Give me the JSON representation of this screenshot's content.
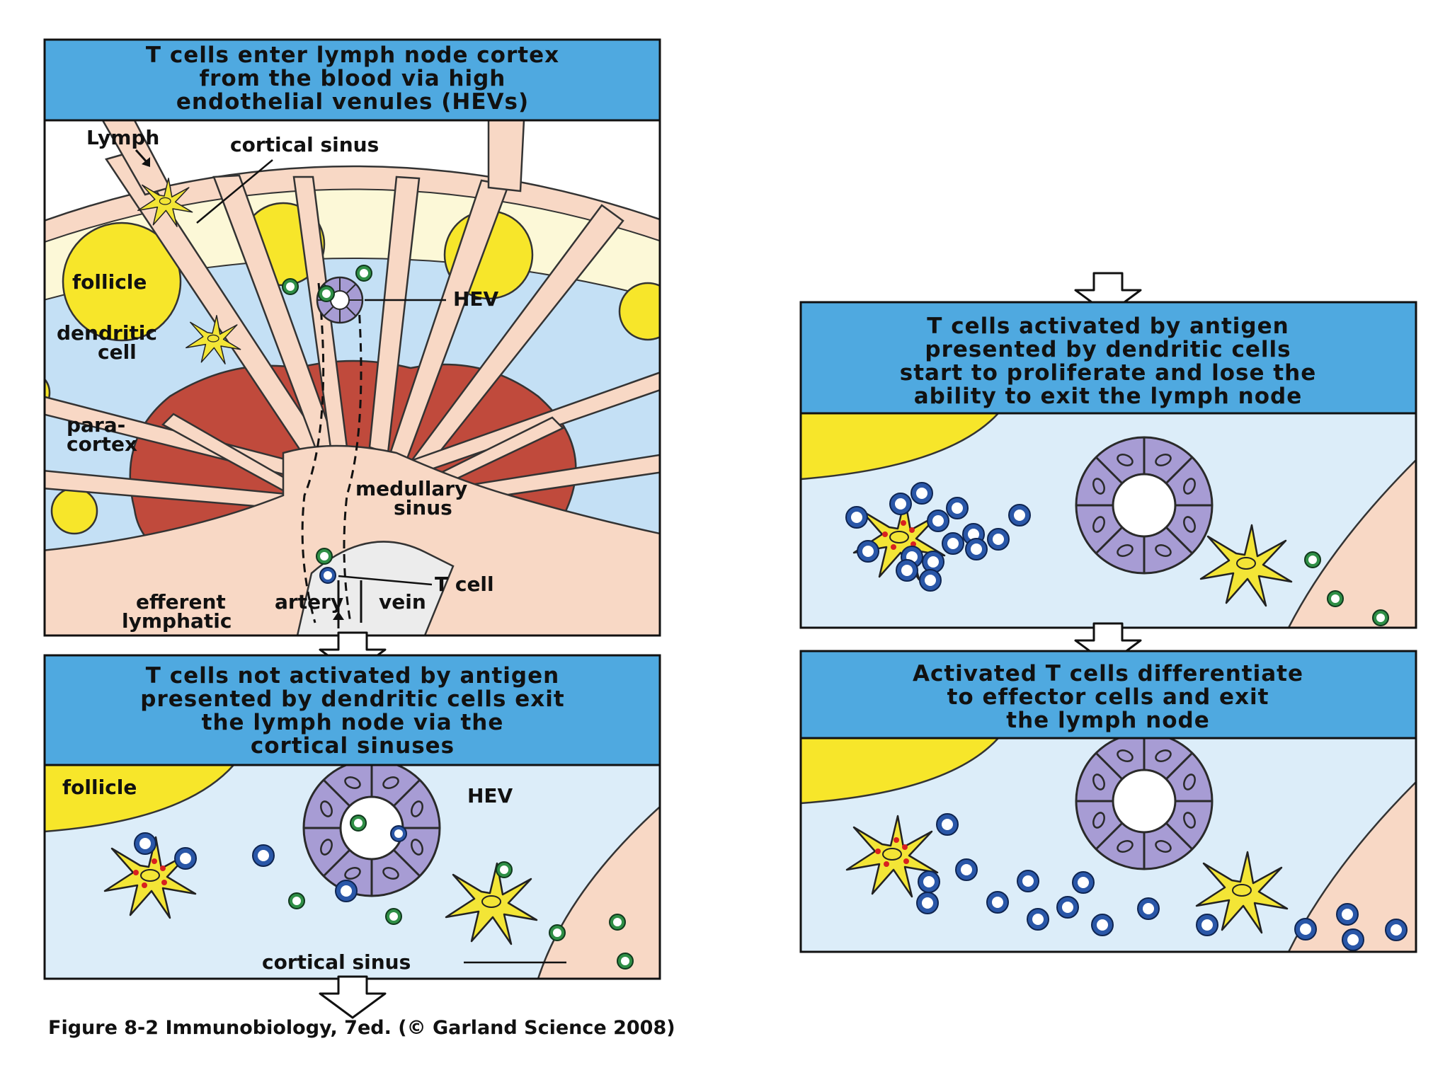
{
  "panels": {
    "p1": {
      "header": [
        "T cells enter lymph node cortex",
        "from the blood via high",
        "endothelial venules (HEVs)"
      ]
    },
    "p2": {
      "header": [
        "T cells not activated by antigen",
        "presented by dendritic cells exit",
        "the lymph node via the",
        "cortical sinuses"
      ]
    },
    "p3": {
      "header": [
        "T cells activated by antigen",
        "presented by dendritic cells",
        "start to proliferate and lose the",
        "ability to exit the lymph node"
      ]
    },
    "p4": {
      "header": [
        "Activated T cells differentiate",
        "to effector cells and exit",
        "the lymph node"
      ]
    }
  },
  "labels": {
    "lymph": "Lymph",
    "cortical_sinus": "cortical sinus",
    "follicle": "follicle",
    "hev": "HEV",
    "dendritic_cell": [
      "dendritic",
      "cell"
    ],
    "paracortex": [
      "para-",
      "cortex"
    ],
    "medullary_sinus": [
      "medullary",
      "sinus"
    ],
    "t_cell": "T cell",
    "efferent_lymphatic": [
      "efferent",
      "lymphatic"
    ],
    "artery": "artery",
    "vein": "vein",
    "p2_follicle": "follicle",
    "p2_hev": "HEV",
    "p2_cortical_sinus": "cortical sinus"
  },
  "caption": "Figure 8-2  Immunobiology, 7ed. (© Garland Science 2008)",
  "colors": {
    "header_blue": "#4fa9e0",
    "paracortex_blue": "#c4e0f5",
    "panel_light_blue": "#dcedf9",
    "follicle_yellow": "#f7e62a",
    "cortex_cream": "#fcf8d7",
    "sinus_pink": "#f8d8c5",
    "medulla_red": "#c04a3c",
    "hev_purple": "#a79cd4",
    "t_cell_green": "#2f8f46",
    "t_cell_blue": "#2a57a8",
    "dendritic_yellow": "#f3e536"
  }
}
